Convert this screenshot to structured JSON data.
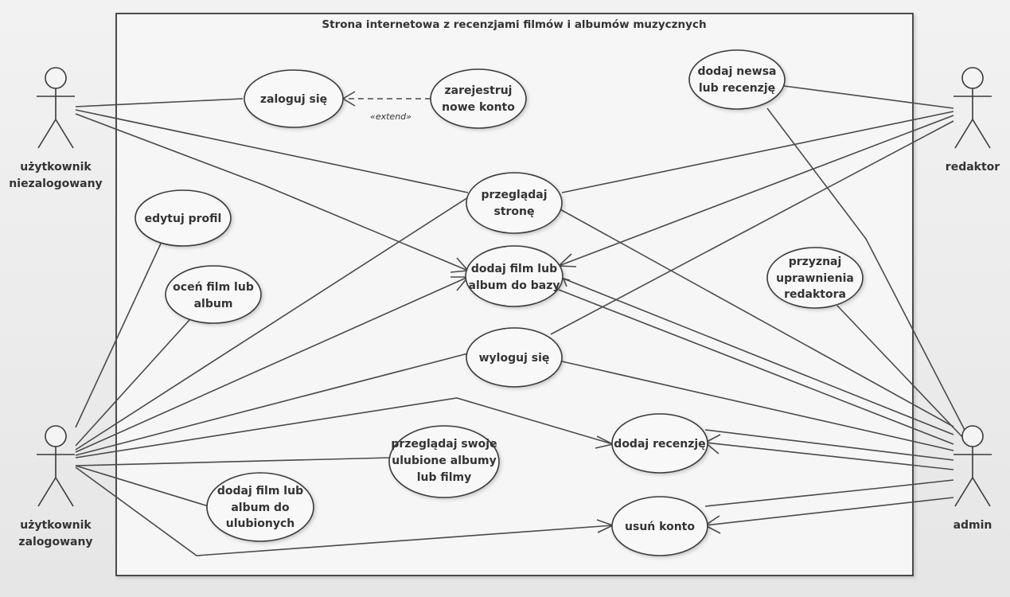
{
  "system": {
    "title": "Strona internetowa z recenzjami filmów i albumów muzycznych"
  },
  "actors": {
    "guest": [
      "użytkownik",
      "niezalogowany"
    ],
    "user": [
      "użytkownik",
      "zalogowany"
    ],
    "editor": [
      "redaktor"
    ],
    "admin": [
      "admin"
    ]
  },
  "use_cases": {
    "login": [
      "zaloguj się"
    ],
    "register": [
      "zarejestruj",
      "nowe konto"
    ],
    "add_news": [
      "dodaj newsa",
      "lub recenzję"
    ],
    "browse": [
      "przeglądaj",
      "stronę"
    ],
    "edit_profile": [
      "edytuj profil"
    ],
    "add_film": [
      "dodaj film lub",
      "album do bazy"
    ],
    "grant_rights": [
      "przyznaj",
      "uprawnienia",
      "redaktora"
    ],
    "rate": [
      "oceń film lub",
      "album"
    ],
    "logout": [
      "wyloguj się"
    ],
    "add_review": [
      "dodaj recenzję"
    ],
    "browse_fav": [
      "przeglądaj swoje",
      "ulubione albumy",
      "lub filmy"
    ],
    "add_fav": [
      "dodaj film lub",
      "album do",
      "ulubionych"
    ],
    "delete_account": [
      "usuń konto"
    ]
  },
  "relations": {
    "extend_label": "«extend»"
  }
}
